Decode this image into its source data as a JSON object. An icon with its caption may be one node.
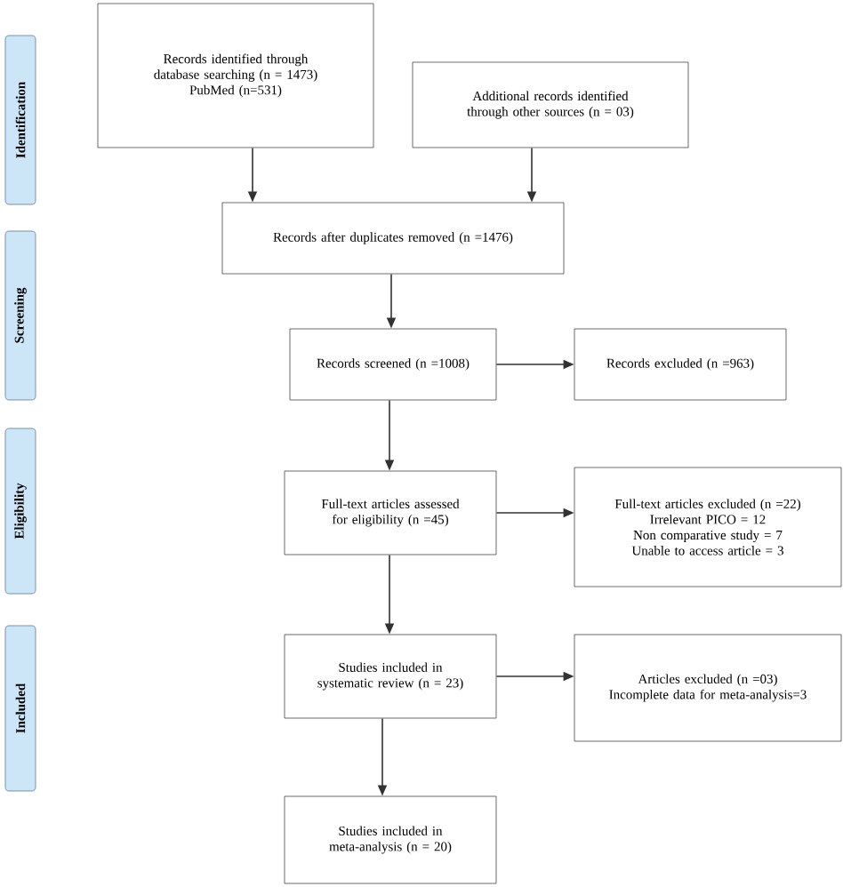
{
  "diagram": {
    "nodes": [
      {
        "text": [
          "Identification"
        ]
      },
      {
        "text": [
          "Screening"
        ]
      },
      {
        "text": [
          "Eligibility"
        ]
      },
      {
        "text": [
          "Included"
        ]
      },
      {
        "text": [
          "Records identified through database searching (n = 1473)",
          "PubMed (n=531)"
        ]
      },
      {
        "text": [
          "Additional records identified through other sources (n = 03)"
        ]
      },
      {
        "text": [
          "Records after duplicates removed (n =1476)"
        ]
      },
      {
        "text": [
          "Records screened (n =1008)"
        ]
      },
      {
        "text": [
          "Records excluded (n =963)"
        ]
      },
      {
        "text": [
          "Full-text articles assessed for eligibility (n =45)"
        ]
      },
      {
        "text": [
          "Full-text articles excluded (n =22)",
          "Irrelevant PICO = 12",
          "Non comparative study = 7",
          "Unable to access article = 3"
        ]
      },
      {
        "text": [
          "Studies included in systematic review (n = 23)"
        ]
      },
      {
        "text": [
          "Articles excluded (n =03)",
          "Incomplete data for meta-analysis=3"
        ]
      },
      {
        "text": [
          "Studies included in meta-analysis (n = 20)"
        ]
      }
    ],
    "edges": [
      {
        "from": 4,
        "to": 6,
        "arrow": "to"
      },
      {
        "from": 5,
        "to": 6,
        "arrow": "to"
      },
      {
        "from": 6,
        "to": 7,
        "arrow": "to"
      },
      {
        "from": 7,
        "to": 8,
        "arrow": "to"
      },
      {
        "from": 7,
        "to": 9,
        "arrow": "to"
      },
      {
        "from": 9,
        "to": 10,
        "arrow": "to"
      },
      {
        "from": 9,
        "to": 11,
        "arrow": "to"
      },
      {
        "from": 11,
        "to": 12,
        "arrow": "to"
      },
      {
        "from": 11,
        "to": 13,
        "arrow": "to"
      }
    ]
  }
}
